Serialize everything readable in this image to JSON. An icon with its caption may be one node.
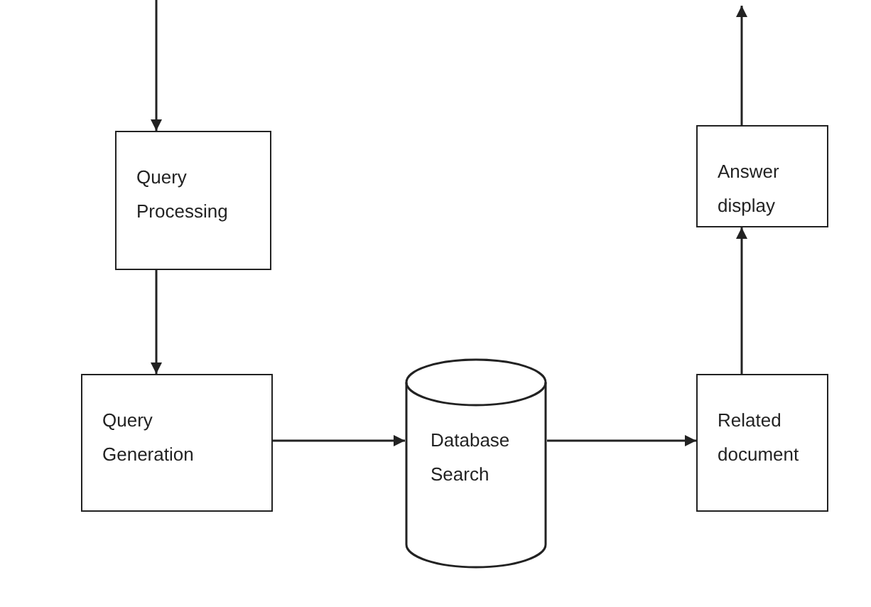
{
  "diagram": {
    "nodes": [
      {
        "text": [
          "Query Processing"
        ]
      },
      {
        "text": [
          "Query Generation"
        ]
      },
      {
        "text": [
          "Database Search"
        ]
      },
      {
        "text": [
          "Related document"
        ]
      },
      {
        "text": [
          "Answer display"
        ]
      }
    ],
    "edges": [
      {
        "from": null,
        "to": 0,
        "arrow": "to"
      },
      {
        "from": 0,
        "to": 1,
        "arrow": "to"
      },
      {
        "from": 1,
        "to": 2,
        "arrow": "to"
      },
      {
        "from": 2,
        "to": 3,
        "arrow": "to"
      },
      {
        "from": 3,
        "to": 4,
        "arrow": "to"
      },
      {
        "from": 4,
        "to": null,
        "arrow": "to"
      }
    ]
  }
}
